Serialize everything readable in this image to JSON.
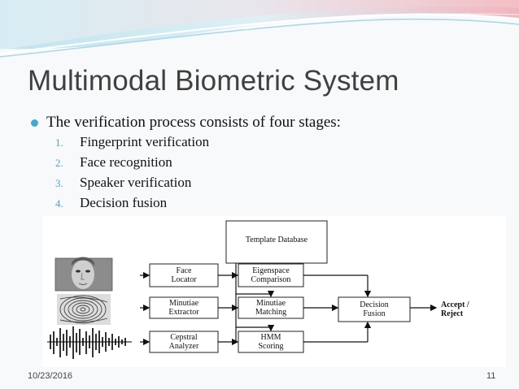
{
  "slide": {
    "title": "Multimodal Biometric System",
    "bullet": "The verification process consists of four stages:",
    "steps": [
      {
        "num": "1.",
        "text": "Fingerprint verification"
      },
      {
        "num": "2.",
        "text": "Face recognition"
      },
      {
        "num": "3.",
        "text": "Speaker verification"
      },
      {
        "num": "4.",
        "text": "Decision fusion"
      }
    ],
    "footer": {
      "date": "10/23/2016",
      "page": "11"
    },
    "colors": {
      "accent": "#46a9c9",
      "banner_pink": "#f1b4bd",
      "banner_teal": "#9fd3e2"
    }
  },
  "diagram": {
    "template_db": "Template Database",
    "face_locator": [
      "Face",
      "Locator"
    ],
    "eigenspace": [
      "Eigenspace",
      "Comparison"
    ],
    "minutiae_extractor": [
      "Minutiae",
      "Extractor"
    ],
    "minutiae_matching": [
      "Minutiae",
      "Matching"
    ],
    "decision_fusion": [
      "Decision",
      "Fusion"
    ],
    "cepstral": [
      "Cepstral",
      "Analyzer"
    ],
    "hmm": [
      "HMM",
      "Scoring"
    ],
    "output": [
      "Accept /",
      "Reject"
    ],
    "inputs": [
      "face-photo",
      "fingerprint-image",
      "speech-waveform"
    ]
  }
}
